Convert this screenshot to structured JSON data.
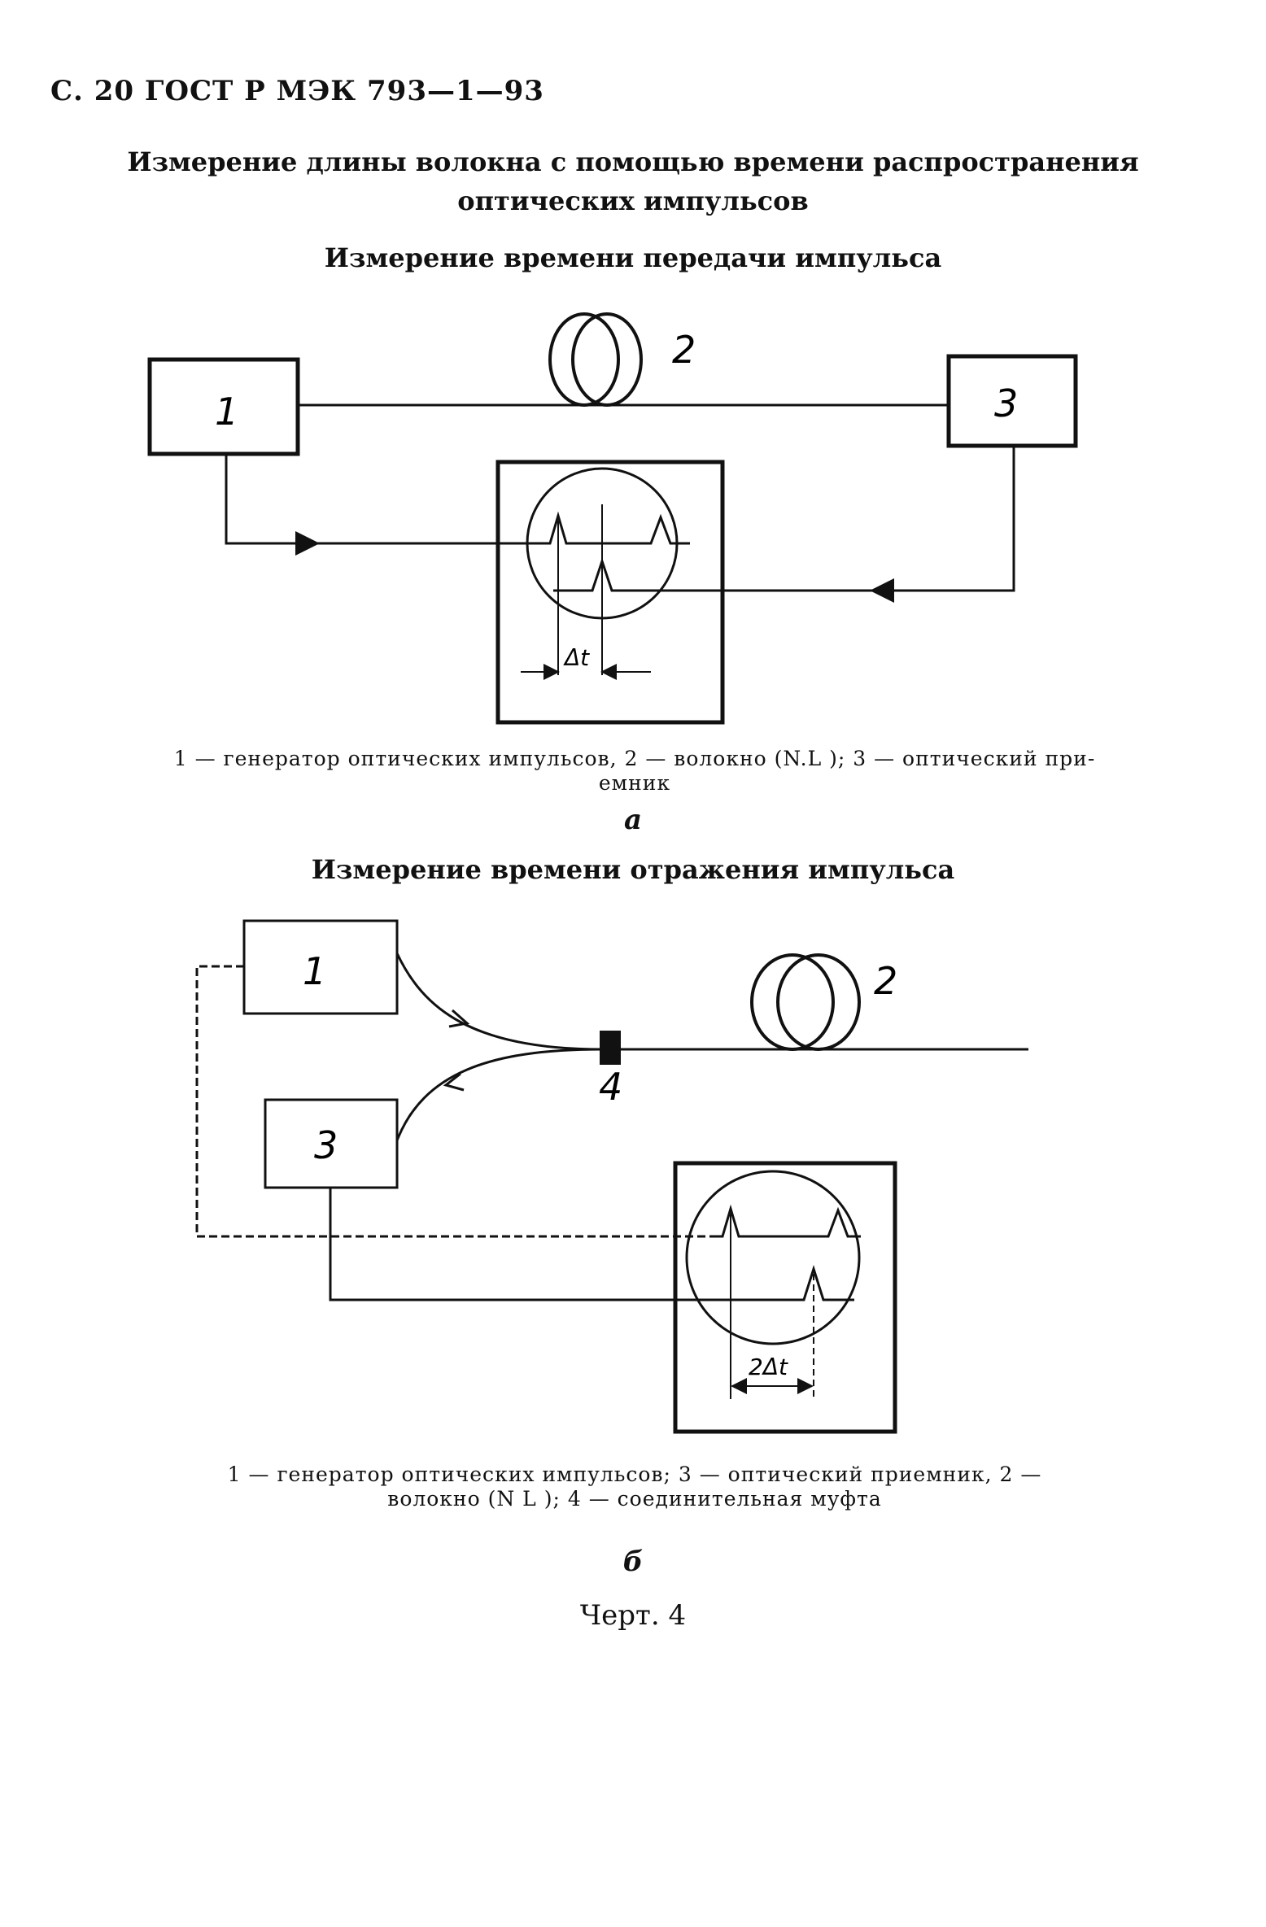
{
  "header": "С. 20 ГОСТ Р МЭК 793—1—93",
  "main_title_line1": "Измерение длины волокна с помощью времени распространения",
  "main_title_line2": "оптических импульсов",
  "diagram_a": {
    "title": "Измерение времени передачи импульса",
    "labels": {
      "generator": "1",
      "fiber": "2",
      "receiver": "3"
    },
    "delta": "Δt",
    "caption_line1": "1 — генератор оптических импульсов, 2 — волокно (N.L ); 3 — оптический при-",
    "caption_line2": "емник",
    "letter": "а"
  },
  "diagram_b": {
    "title": "Измерение времени отражения импульса",
    "labels": {
      "generator": "1",
      "fiber": "2",
      "receiver": "3",
      "coupler": "4"
    },
    "delta": "2Δt",
    "caption_line1": "1 — генератор оптических импульсов; 3 — оптический приемник, 2 —",
    "caption_line2": "волокно (N L ); 4 — соединительная муфта",
    "letter": "б"
  },
  "figure_label": "Черт. 4"
}
